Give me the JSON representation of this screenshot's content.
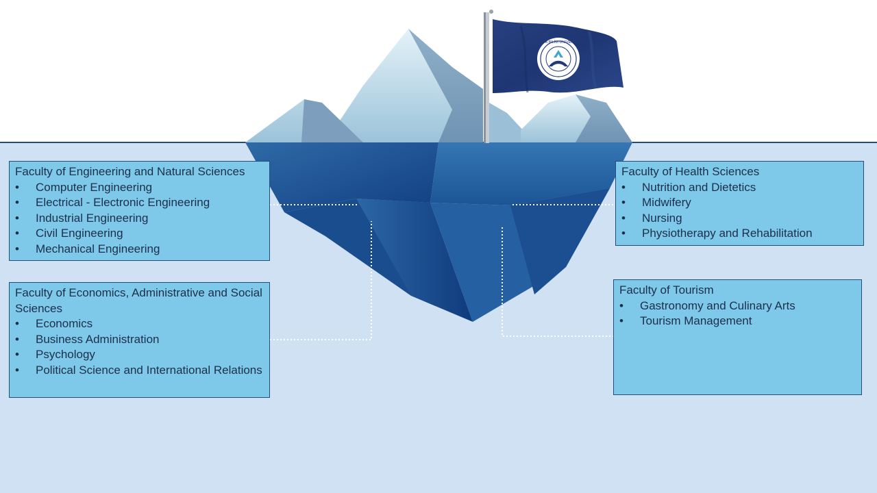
{
  "slide": {
    "background_color": "#ffffff",
    "water_color": "#cfe1f2",
    "box_color": "#7ec8ea",
    "box_border_color": "#1f4e79"
  },
  "flag": {
    "logo_text": "ANTALYA BİLİM ÜNİVERSİTESİ",
    "color": "#233a7a"
  },
  "faculties": [
    {
      "title": "Faculty of Engineering and Natural Sciences",
      "departments": [
        "Computer Engineering",
        "Electrical - Electronic Engineering",
        "Industrial Engineering",
        "Civil Engineering",
        "Mechanical Engineering"
      ]
    },
    {
      "title": "Faculty of Economics, Administrative and Social Sciences",
      "departments": [
        "Economics",
        "Business Administration",
        "Psychology",
        "Political Science and International Relations"
      ]
    },
    {
      "title": "Faculty of Health Sciences",
      "departments": [
        "Nutrition and Dietetics",
        "Midwifery",
        "Nursing",
        "Physiotherapy and Rehabilitation"
      ]
    },
    {
      "title": "Faculty of Tourism",
      "departments": [
        "Gastronomy and Culinary Arts",
        "Tourism Management"
      ]
    }
  ]
}
